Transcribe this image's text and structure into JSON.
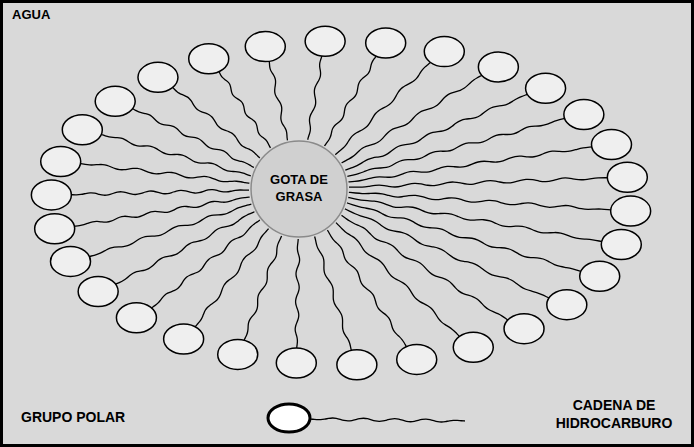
{
  "diagram": {
    "nodes": [
      {
        "text": [
          "GOTA DE GRASA"
        ]
      }
    ],
    "labels": [
      "AGUA",
      "GRUPO POLAR",
      "CADENA DE HIDROCARBURO"
    ]
  }
}
